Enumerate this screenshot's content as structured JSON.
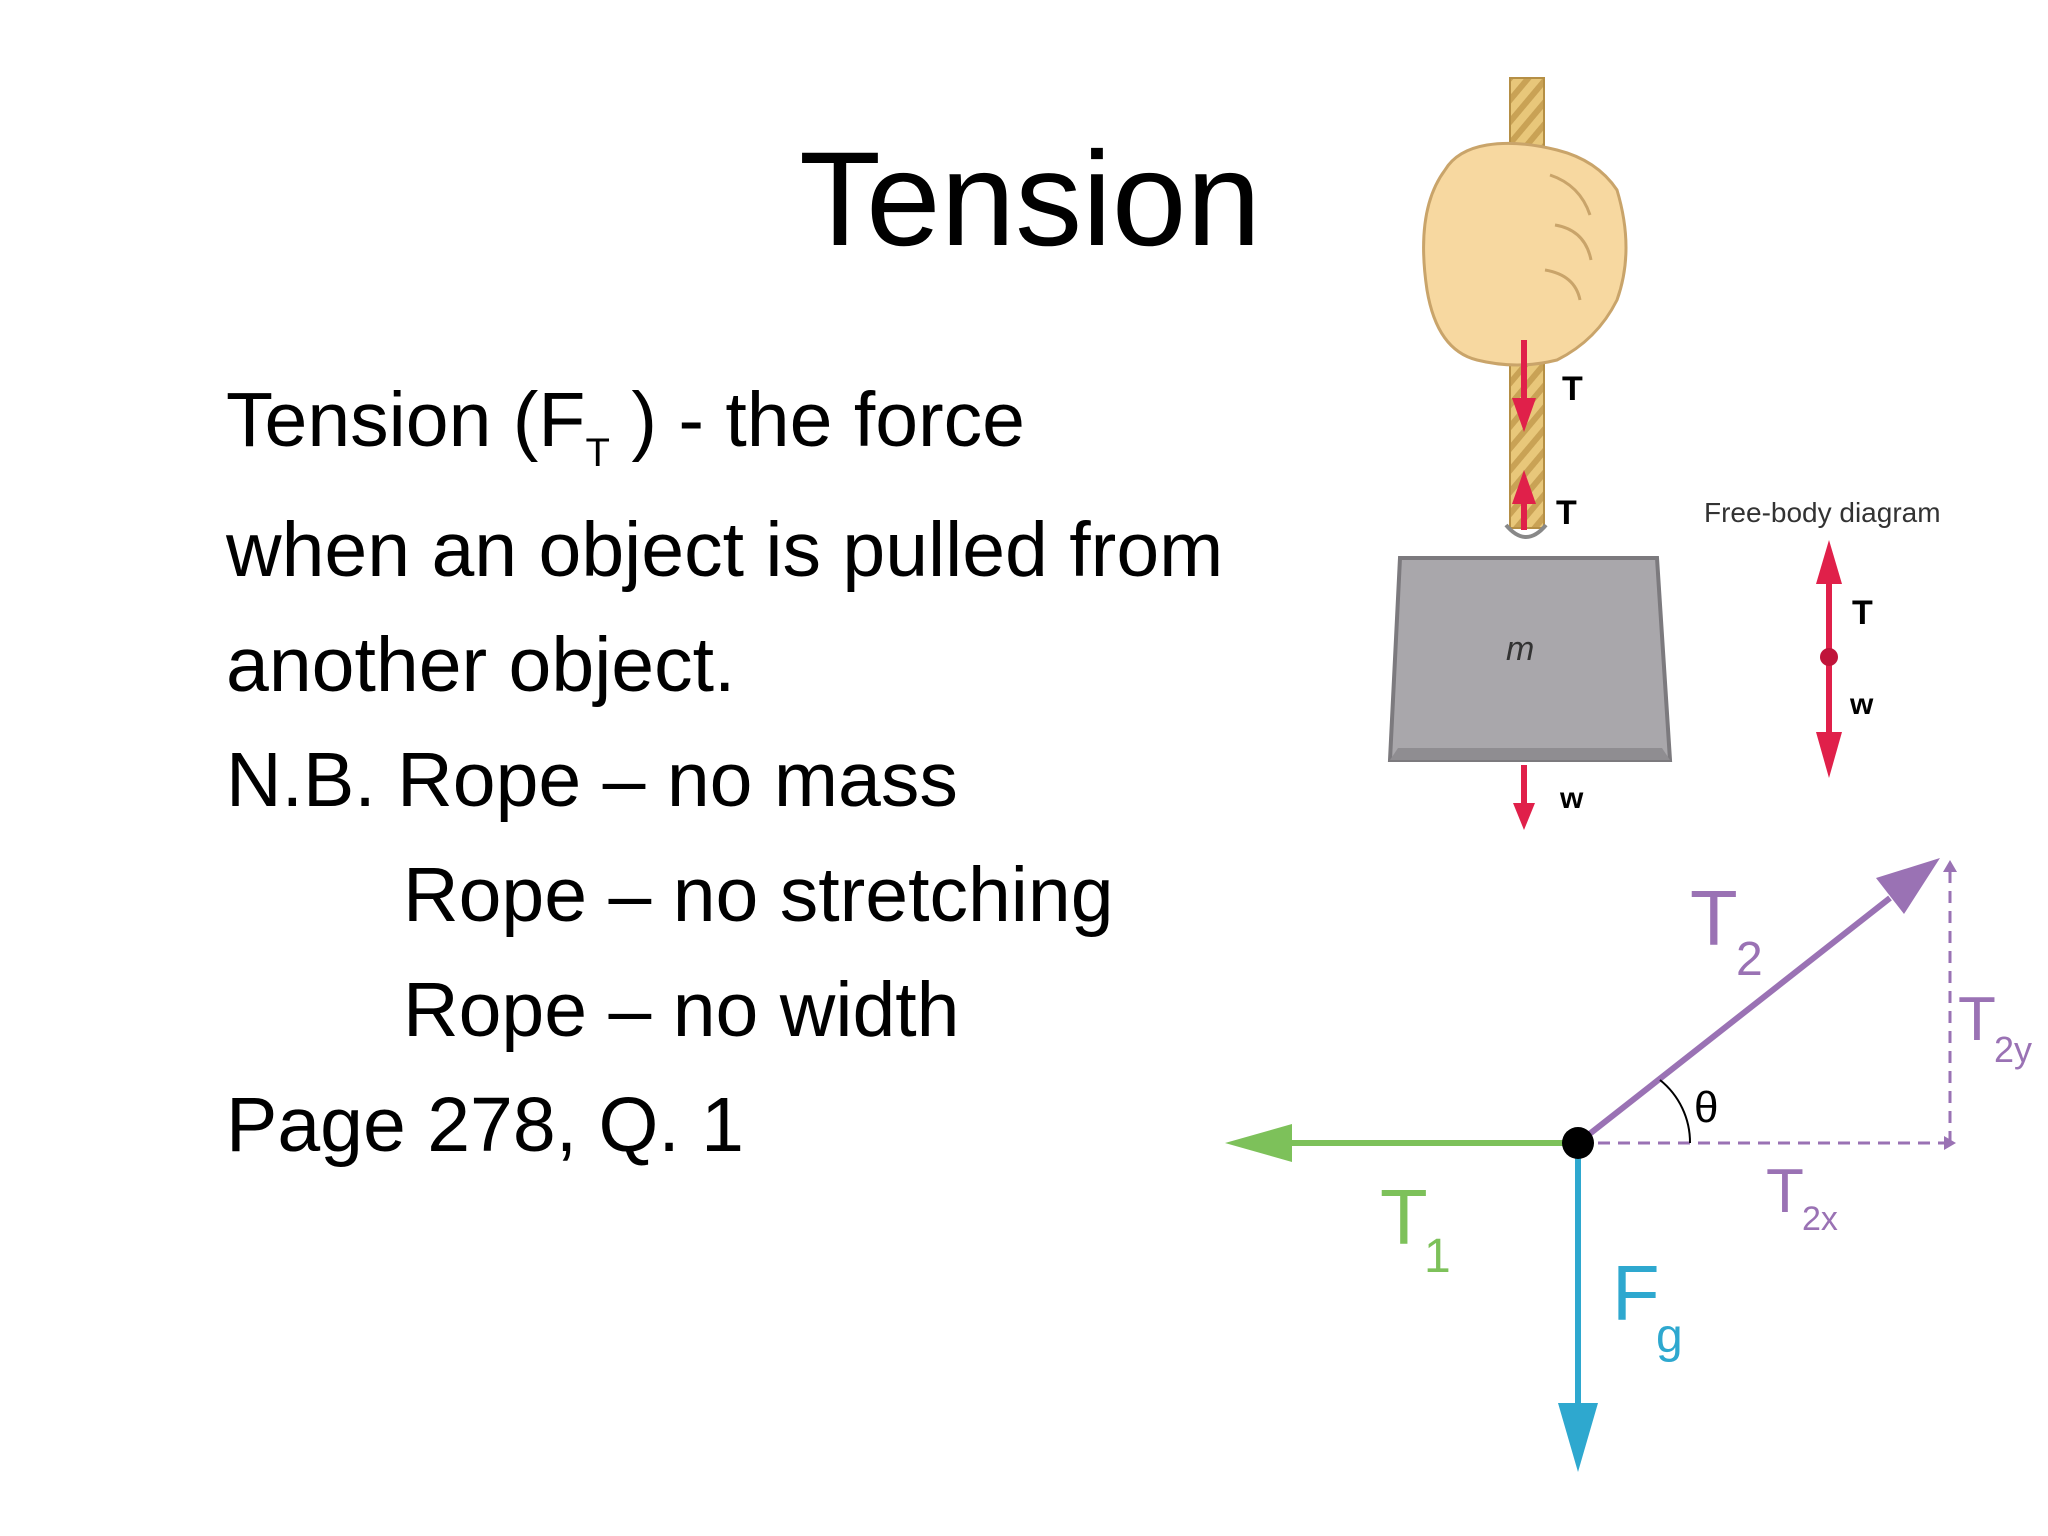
{
  "slide": {
    "title": "Tension",
    "definition_prefix": "Tension (F",
    "definition_subscript": "T",
    "definition_suffix": " ) -  the force",
    "lines": [
      "when an object is pulled from",
      "another object.",
      "N.B. Rope – no mass",
      "Rope – no stretching",
      "Rope – no width",
      "Page 278, Q. 1"
    ]
  },
  "hanging_mass_diagram": {
    "tension_label_upper": "T",
    "tension_label_lower": "T",
    "mass_label": "m",
    "weight_label": "w"
  },
  "free_body_diagram": {
    "title": "Free-body diagram",
    "tension_label": "T",
    "weight_label": "w"
  },
  "vector_diagram": {
    "t1_main": "T",
    "t1_sub": "1",
    "t2_main": "T",
    "t2_sub": "2",
    "t2y_main": "T",
    "t2y_sub": "2y",
    "t2x_main": "T",
    "t2x_sub": "2x",
    "fg_main": "F",
    "fg_sub": "g",
    "angle_label": "θ"
  },
  "colors": {
    "force_red": "#e0204a",
    "rope_tan": "#e8c77a",
    "hand_skin": "#f7d8a0",
    "block_gray": "#a9a7ab",
    "t1_green": "#7dc15a",
    "t2_purple": "#9a72b4",
    "fg_blue": "#2ea8cf"
  }
}
